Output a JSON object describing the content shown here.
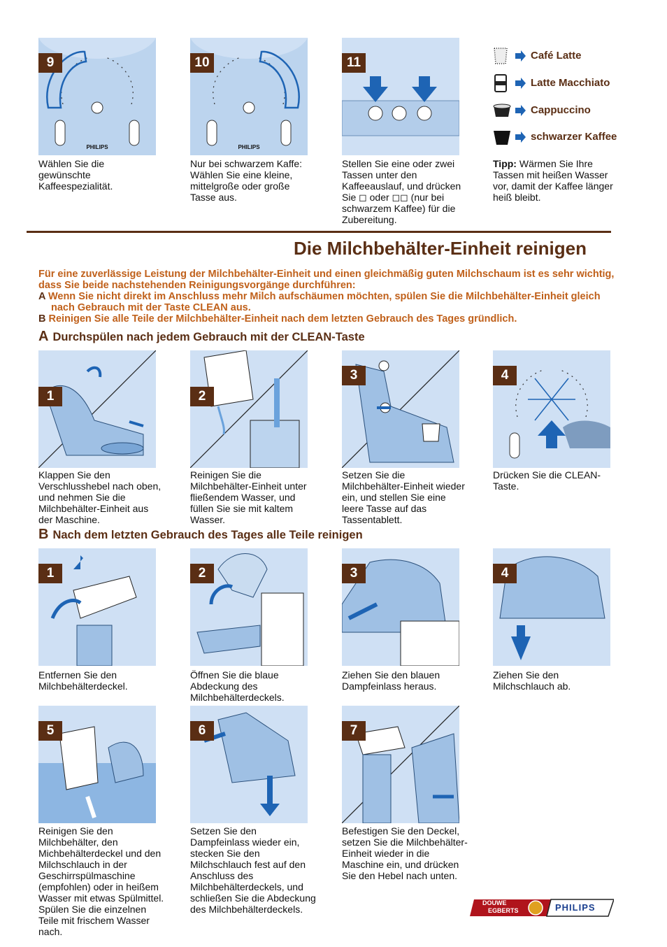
{
  "top": {
    "steps": [
      {
        "num": "9",
        "caption": "Wählen Sie die gewünschte Kaffeespezialität."
      },
      {
        "num": "10",
        "caption": "Nur bei schwarzem Kaffe: Wählen Sie eine kleine, mittelgroße oder große Tasse aus."
      },
      {
        "num": "11",
        "caption": "Stellen Sie eine oder zwei Tassen unter den Kaffeeauslauf, und drücken Sie ◻ oder ◻◻ (nur bei schwarzem Kaffee) für die Zubereitung."
      }
    ],
    "panel_brand": "PHILIPS",
    "legend": [
      "Café Latte",
      "Latte Macchiato",
      "Cappuccino",
      "schwarzer Kaffee"
    ],
    "tip_label": "Tipp:",
    "tip_text": " Wärmen Sie Ihre Tassen mit heißen Wasser vor, damit der Kaffee länger heiß bleibt."
  },
  "title": "Die Milchbehälter-Einheit reinigen",
  "intro": {
    "text": "Für eine zuverlässige Leistung der Milchbehälter-Einheit und einen gleichmäßig guten Milchschaum ist es sehr wichtig, dass Sie beide nachstehenden Reinigungsvorgänge durchführen:",
    "a_label": "A",
    "a_text": " Wenn Sie nicht direkt im Anschluss mehr Milch aufschäumen möchten, spülen Sie die Milchbehälter-Einheit gleich nach Gebrauch mit der Taste CLEAN aus.",
    "b_label": "B",
    "b_text": " Reinigen Sie alle Teile der Milchbehälter-Einheit nach dem letzten Gebrauch des Tages gründlich."
  },
  "sectionA": {
    "letter": "A",
    "heading": "Durchspülen nach jedem Gebrauch mit der CLEAN-Taste",
    "steps": [
      {
        "num": "1",
        "caption": "Klappen Sie den Verschlusshebel nach oben, und nehmen Sie die Milchbehälter-Einheit aus der Maschine."
      },
      {
        "num": "2",
        "caption": "Reinigen Sie die Milchbehälter-Einheit unter fließendem Wasser, und füllen Sie sie mit kaltem Wasser."
      },
      {
        "num": "3",
        "caption": "Setzen Sie die Milchbehälter-Einheit wieder ein, und stellen Sie eine leere Tasse auf das Tassentablett."
      },
      {
        "num": "4",
        "caption": "Drücken Sie die CLEAN-Taste."
      }
    ]
  },
  "sectionB": {
    "letter": "B",
    "heading": "Nach dem letzten Gebrauch des Tages alle Teile reinigen",
    "steps": [
      {
        "num": "1",
        "caption": "Entfernen Sie den Milchbehälterdeckel."
      },
      {
        "num": "2",
        "caption": "Öffnen Sie die blaue Abdeckung des Milchbehälterdeckels."
      },
      {
        "num": "3",
        "caption": "Ziehen Sie den blauen Dampfeinlass heraus."
      },
      {
        "num": "4",
        "caption": "Ziehen Sie den Milchschlauch ab."
      },
      {
        "num": "5",
        "caption": "Reinigen Sie den Milchbehälter, den Michbehälterdeckel und den Milchschlauch in der Geschirrspülmaschine (empfohlen) oder in heißem Wasser mit etwas Spülmittel. Spülen Sie die einzelnen Teile mit frischem Wasser nach."
      },
      {
        "num": "6",
        "caption": "Setzen Sie den Dampfeinlass wieder ein, stecken Sie den Milchschlauch fest auf den Anschluss des Milchbehälterdeckels, und schließen Sie die Abdeckung des Milchbehälterdeckels."
      },
      {
        "num": "7",
        "caption": "Befestigen Sie den Deckel, setzen Sie die Milchbehälter-Einheit wieder in die Maschine ein, und drücken Sie den Hebel nach unten."
      }
    ]
  },
  "footer": {
    "brand1": "DOUWE",
    "brand2": "EGBERTS",
    "brand3": "PHILIPS"
  }
}
